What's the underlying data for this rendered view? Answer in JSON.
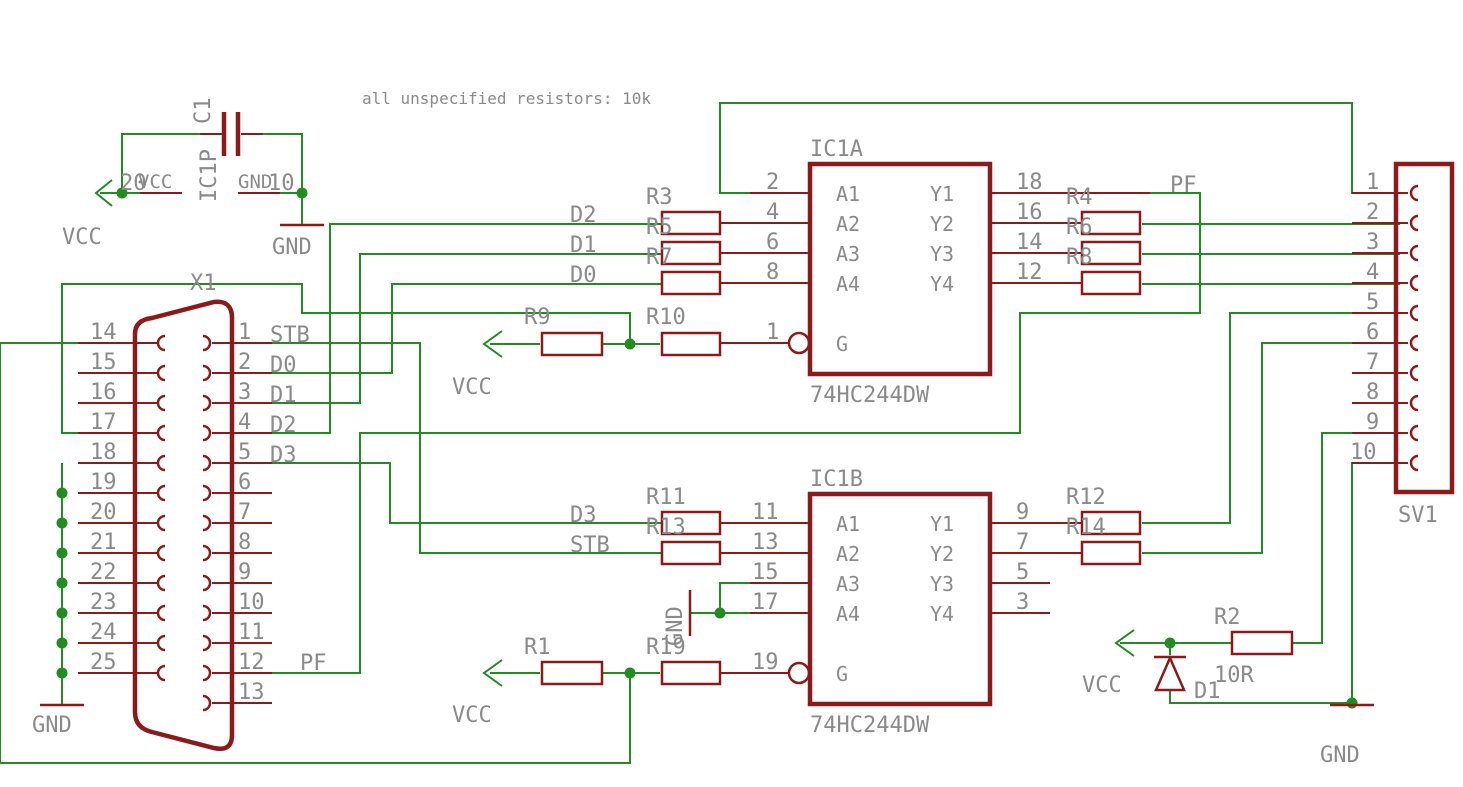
{
  "note": "all unspecified resistors: 10k",
  "colors": {
    "wire": "#228b22",
    "part": "#8b1a1a",
    "text": "#8a8a8a"
  },
  "ic1a": {
    "name": "IC1A",
    "value": "74HC244DW",
    "in_pins": [
      "2",
      "4",
      "6",
      "8"
    ],
    "in_names": [
      "A1",
      "A2",
      "A3",
      "A4"
    ],
    "out_pins": [
      "18",
      "16",
      "14",
      "12"
    ],
    "out_names": [
      "Y1",
      "Y2",
      "Y3",
      "Y4"
    ],
    "g_pin": "1",
    "g_name": "G"
  },
  "ic1b": {
    "name": "IC1B",
    "value": "74HC244DW",
    "in_pins": [
      "11",
      "13",
      "15",
      "17"
    ],
    "in_names": [
      "A1",
      "A2",
      "A3",
      "A4"
    ],
    "out_pins": [
      "9",
      "7",
      "5",
      "3"
    ],
    "out_names": [
      "Y1",
      "Y2",
      "Y3",
      "Y4"
    ],
    "g_pin": "19",
    "g_name": "G"
  },
  "ic1p": {
    "name": "IC1P",
    "vcc_pin": "20",
    "vcc_name": "VCC",
    "gnd_pin": "10",
    "gnd_name": "GND"
  },
  "c1": {
    "name": "C1"
  },
  "x1": {
    "name": "X1",
    "left_pins": [
      "14",
      "15",
      "16",
      "17",
      "18",
      "19",
      "20",
      "21",
      "22",
      "23",
      "24",
      "25"
    ],
    "right_pins": [
      "1",
      "2",
      "3",
      "4",
      "5",
      "6",
      "7",
      "8",
      "9",
      "10",
      "11",
      "12",
      "13"
    ],
    "signals": [
      "STB",
      "D0",
      "D1",
      "D2",
      "D3",
      "PF"
    ]
  },
  "sv1": {
    "name": "SV1",
    "pins": [
      "1",
      "2",
      "3",
      "4",
      "5",
      "6",
      "7",
      "8",
      "9",
      "10"
    ]
  },
  "resistors": [
    "R1",
    "R2",
    "R3",
    "R4",
    "R5",
    "R6",
    "R7",
    "R8",
    "R9",
    "R10",
    "R11",
    "R12",
    "R13",
    "R14",
    "R19"
  ],
  "r2_value": "10R",
  "d1": {
    "name": "D1"
  },
  "nets": {
    "d2": "D2",
    "d1": "D1",
    "d0": "D0",
    "d3": "D3",
    "stb": "STB",
    "pf": "PF",
    "vcc": "VCC",
    "gnd": "GND"
  }
}
